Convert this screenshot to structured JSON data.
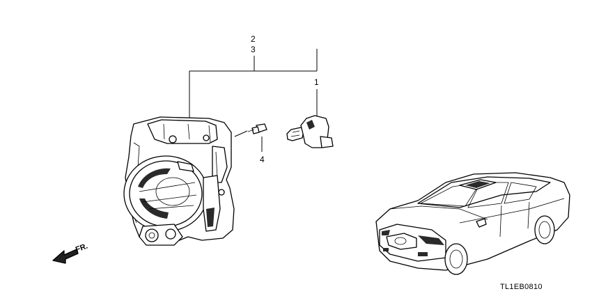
{
  "diagram": {
    "callouts": {
      "c1": "1",
      "c2": "2",
      "c3": "3",
      "c4": "4"
    },
    "direction_label": "FR.",
    "diagram_code": "TL1EB0810"
  }
}
